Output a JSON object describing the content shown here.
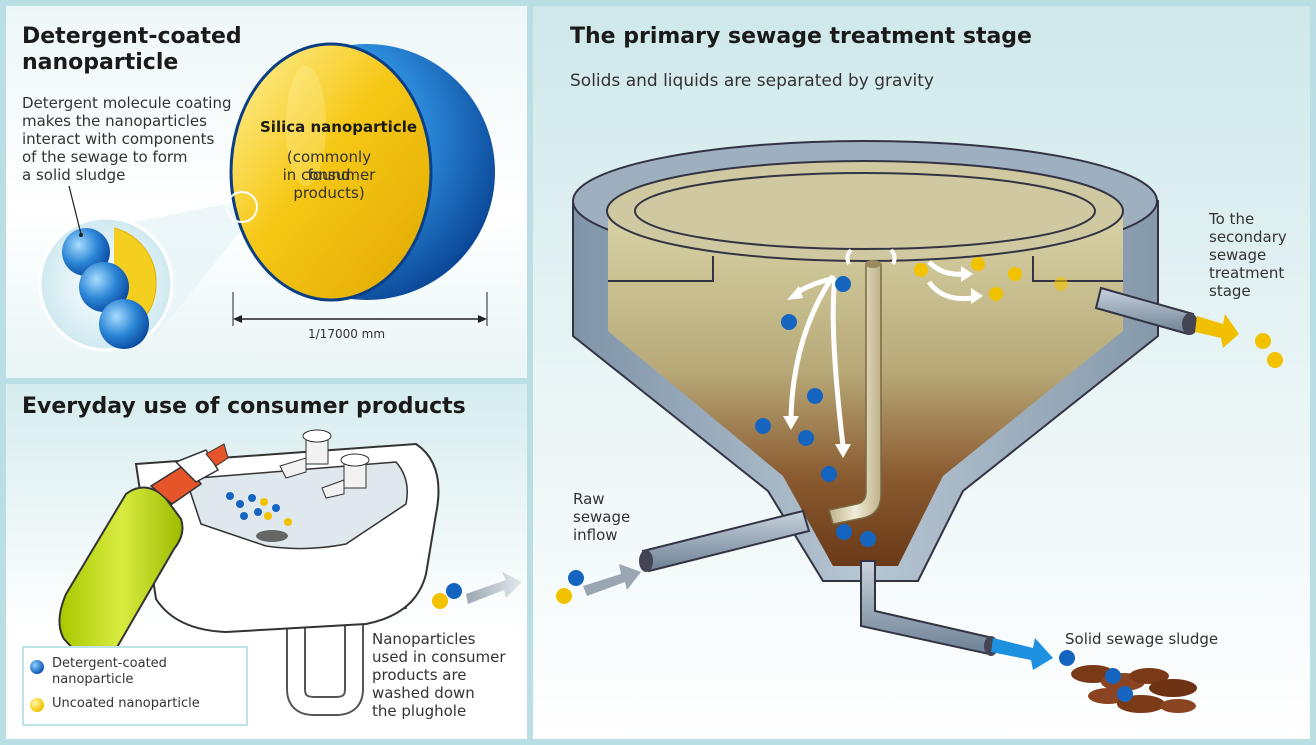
{
  "panel_nanoparticle": {
    "title_line1": "Detergent-coated",
    "title_line2": "nanoparticle",
    "desc_lines": [
      "Detergent molecule coating",
      "makes the nanoparticles",
      "interact with components",
      "of the sewage to form",
      "a solid sludge"
    ],
    "sphere_label": "Silica nanoparticle",
    "sphere_sub_lines": [
      "(commonly found",
      "in consumer",
      "products)"
    ],
    "scale_label": "1/17000 mm"
  },
  "panel_consumer": {
    "title": "Everyday use of consumer products",
    "caption_lines": [
      "Nanoparticles",
      "used in consumer",
      "products are",
      "washed down",
      "the plughole"
    ],
    "legend": {
      "coated_line1": "Detergent-coated",
      "coated_line2": "nanoparticle",
      "uncoated": "Uncoated nanoparticle"
    }
  },
  "panel_treatment": {
    "title": "The primary sewage treatment stage",
    "subtitle": "Solids and liquids are separated by gravity",
    "inflow_lines": [
      "Raw",
      "sewage",
      "inflow"
    ],
    "outflow_lines": [
      "To the",
      "secondary",
      "sewage",
      "treatment",
      "stage"
    ],
    "sludge_label": "Solid sewage sludge"
  },
  "colors": {
    "coated": "#1565c0",
    "uncoated": "#f2c200",
    "arrow_blue": "#1e90e0",
    "arrow_yellow": "#f0c000",
    "tank": "#8ea4b6",
    "sludge": "#7a3a18"
  }
}
